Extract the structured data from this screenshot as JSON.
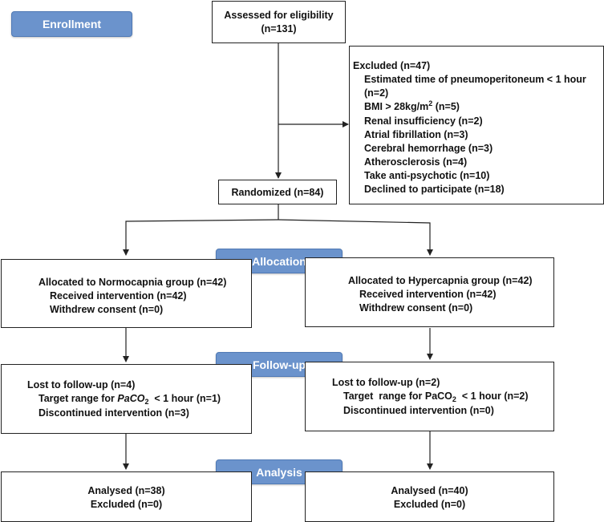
{
  "stages": {
    "enrollment": "Enrollment",
    "allocation": "Allocation",
    "follow_up": "Follow-up",
    "analysis": "Analysis"
  },
  "assessed": {
    "line1": "Assessed for eligibility",
    "line2": "(n=131)"
  },
  "excluded": {
    "title": "Excluded (n=47)",
    "pneumo_a": "Estimated time of pneumoperitoneum < 1 hour",
    "pneumo_b": "(n=2)",
    "bmi_pre": "BMI > 28kg/m",
    "bmi_sup": "2",
    "bmi_post": " (n=5)",
    "renal": "Renal insufficiency (n=2)",
    "atrial": "Atrial fibrillation (n=3)",
    "cerebral": "Cerebral hemorrhage (n=3)",
    "athero": "Atherosclerosis (n=4)",
    "antipsych": "Take anti-psychotic (n=10)",
    "declined": "Declined to participate (n=18)"
  },
  "randomized": "Randomized (n=84)",
  "normo": {
    "allocated": "Allocated to Normocapnia group (n=42)",
    "received": "Received intervention (n=42)",
    "withdrew": "Withdrew consent (n=0)",
    "lost": "Lost to follow-up (n=4)",
    "target_pre": "Target range for ",
    "target_var": "PaCO",
    "target_sub": "2",
    "target_post": "  < 1 hour (n=1)",
    "discontinued": "Discontinued intervention (n=3)",
    "analysed": "Analysed (n=38)",
    "excluded": "Excluded (n=0)"
  },
  "hyper": {
    "allocated": "Allocated to Hypercapnia group (n=42)",
    "received": "Received intervention (n=42)",
    "withdrew": "Withdrew consent (n=0)",
    "lost": "Lost to follow-up (n=2)",
    "target_pre": "Target  range for PaCO",
    "target_sub": "2",
    "target_post": "  < 1 hour (n=2)",
    "discontinued": "Discontinued intervention (n=0)",
    "analysed": "Analysed (n=40)",
    "excluded": "Excluded (n=0)"
  }
}
